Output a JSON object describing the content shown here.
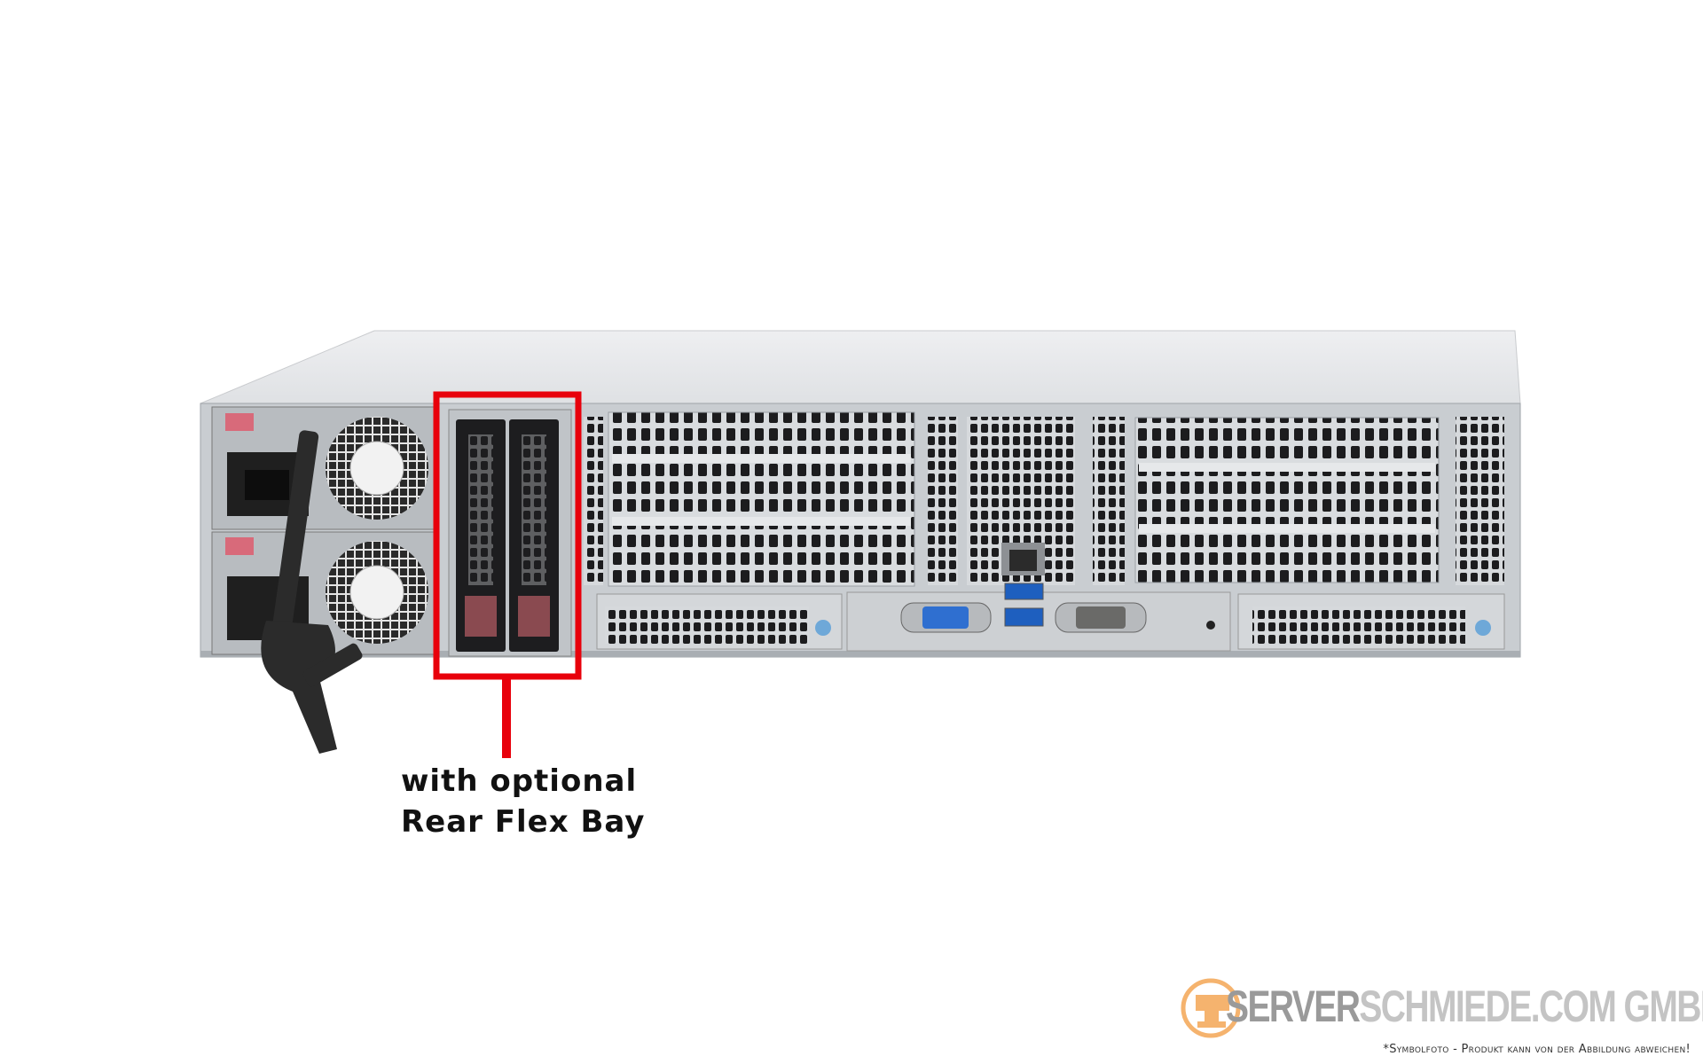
{
  "callout": {
    "line1": "with optional",
    "line2": "Rear Flex Bay",
    "highlight_color": "#e8000b"
  },
  "branding": {
    "logo_part1": "SERVER",
    "logo_part2": "SCHMIEDE.COM GMBH",
    "disclaimer": "*Symbolfoto - Produkt kann von der Abbildung abweichen!",
    "accent_color": "#f5b36e"
  }
}
